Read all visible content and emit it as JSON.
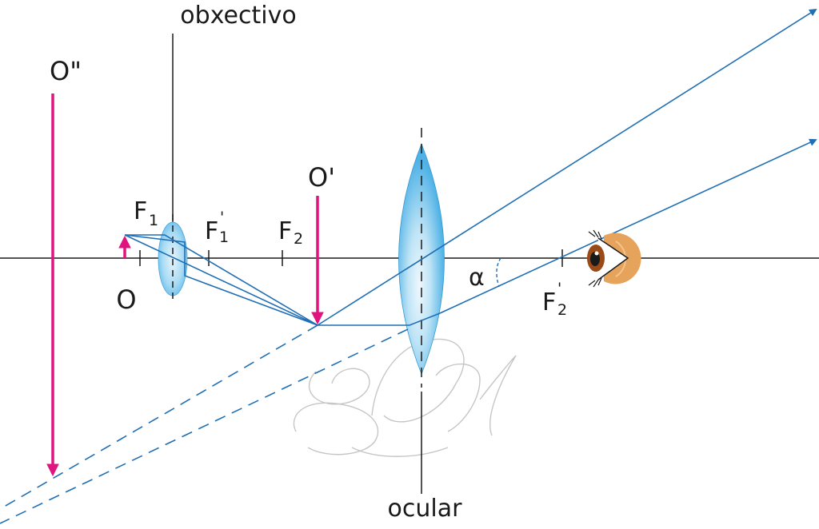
{
  "diagram": {
    "title": "Compound microscope ray diagram",
    "labels": {
      "objective": "obxectivo",
      "ocular": "ocular",
      "object": "O",
      "intermediate_image": "O'",
      "final_image": "O\"",
      "f1": "F",
      "f1_sub": "1",
      "f1p": "F",
      "f1p_prime": "'",
      "f1p_sub": "1",
      "f2": "F",
      "f2_sub": "2",
      "f2p": "F",
      "f2p_prime": "'",
      "f2p_sub": "2",
      "angle": "α"
    },
    "colors": {
      "ray": "#1f6fb5",
      "object_arrow": "#e0147e",
      "axis": "#1a1a1a",
      "lens_fill": "#5bb8e8",
      "eye_skin": "#e6a35c",
      "iris": "#9a4a16"
    }
  }
}
